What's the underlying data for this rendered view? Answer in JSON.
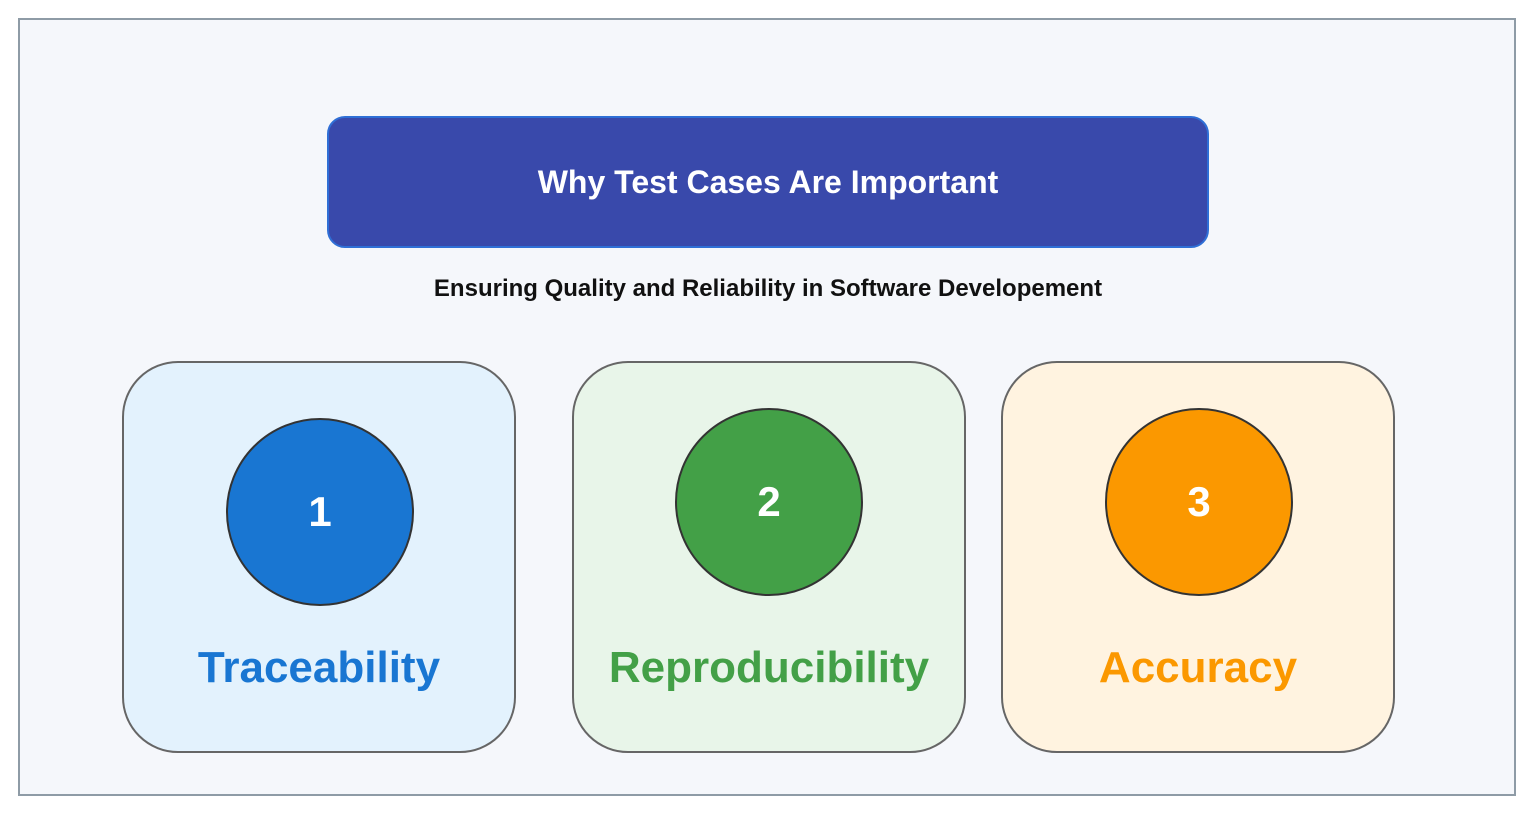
{
  "header": {
    "title": "Why Test Cases Are Important",
    "subtitle": "Ensuring Quality and Reliability in Software Developement"
  },
  "cards": [
    {
      "number": "1",
      "label": "Traceability",
      "accent": "#1976d2",
      "background": "#e3f2fd"
    },
    {
      "number": "2",
      "label": "Reproducibility",
      "accent": "#43a047",
      "background": "#e8f5e9"
    },
    {
      "number": "3",
      "label": "Accuracy",
      "accent": "#fb9800",
      "background": "#fff3e0"
    }
  ],
  "colors": {
    "title_bg": "#3949ab",
    "frame_bg": "#f5f7fb",
    "frame_border": "#8e9ba6"
  }
}
